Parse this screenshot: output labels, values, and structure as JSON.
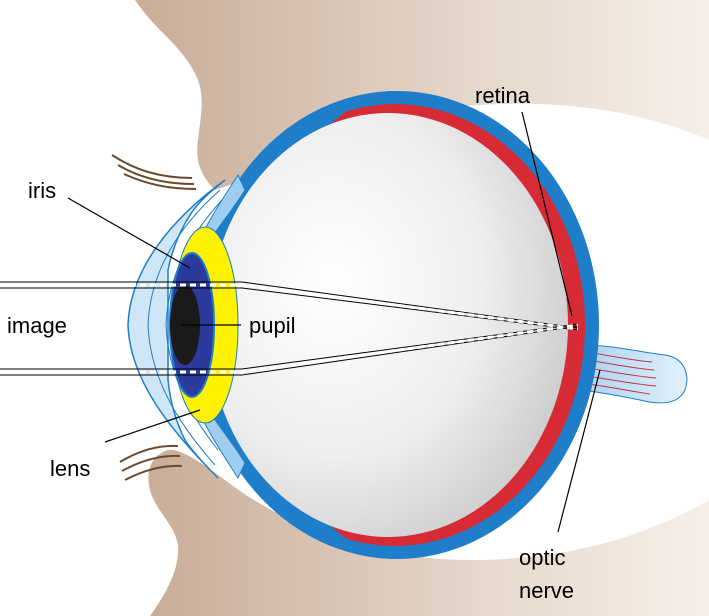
{
  "diagram": {
    "labels": {
      "retina": "retina",
      "iris": "iris",
      "image": "image",
      "pupil": "pupil",
      "lens": "lens",
      "optic_nerve_line1": "optic",
      "optic_nerve_line2": "nerve"
    },
    "colors": {
      "skin": "#d8c4b5",
      "sclera_outer": "#1f7ec9",
      "retina": "#d62a35",
      "eyeball_light": "#ffffff",
      "eyeball_dark": "#c8c8ca",
      "cornea": "#cfe6f6",
      "ciliary": "#9fcdf0",
      "iris_yellow": "#fff200",
      "iris_blue": "#2b3a9c",
      "pupil": "#1a1a1a",
      "optic_nerve_fill": "#c9e3f6",
      "nerve_lines": "#c8323e",
      "eyelash": "#6b4b2e"
    }
  }
}
